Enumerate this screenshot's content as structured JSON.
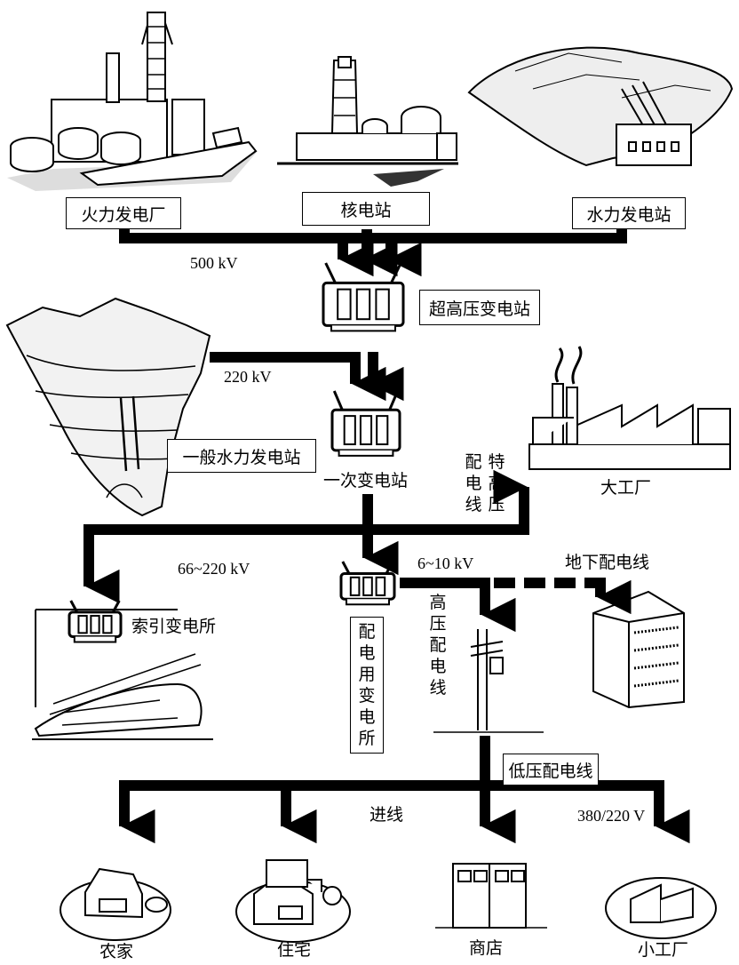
{
  "sources": {
    "thermal": "火力发电厂",
    "nuclear": "核电站",
    "hydro": "水力发电站"
  },
  "stations": {
    "ehv_substation": "超高压变电站",
    "general_hydro": "一般水力发电站",
    "primary_substation": "一次变电站",
    "traction_substation": "索引变电所",
    "distribution_substation": "配电用变电所"
  },
  "lines": {
    "ehv_dist_left": "配电线",
    "ehv_dist_right": "特高压",
    "underground": "地下配电线",
    "hv_dist": "高压配电线",
    "lv_dist": "低压配电线",
    "service_entry": "进线"
  },
  "voltages": {
    "v500": "500 kV",
    "v220": "220 kV",
    "v66_220": "66~220 kV",
    "v6_10": "6~10 kV",
    "v380_220": "380/220 V"
  },
  "consumers": {
    "large_factory": "大工厂",
    "farmhouse": "农家",
    "residence": "住宅",
    "shop": "商店",
    "small_factory": "小工厂"
  },
  "colors": {
    "line": "#000000",
    "background": "#ffffff"
  }
}
